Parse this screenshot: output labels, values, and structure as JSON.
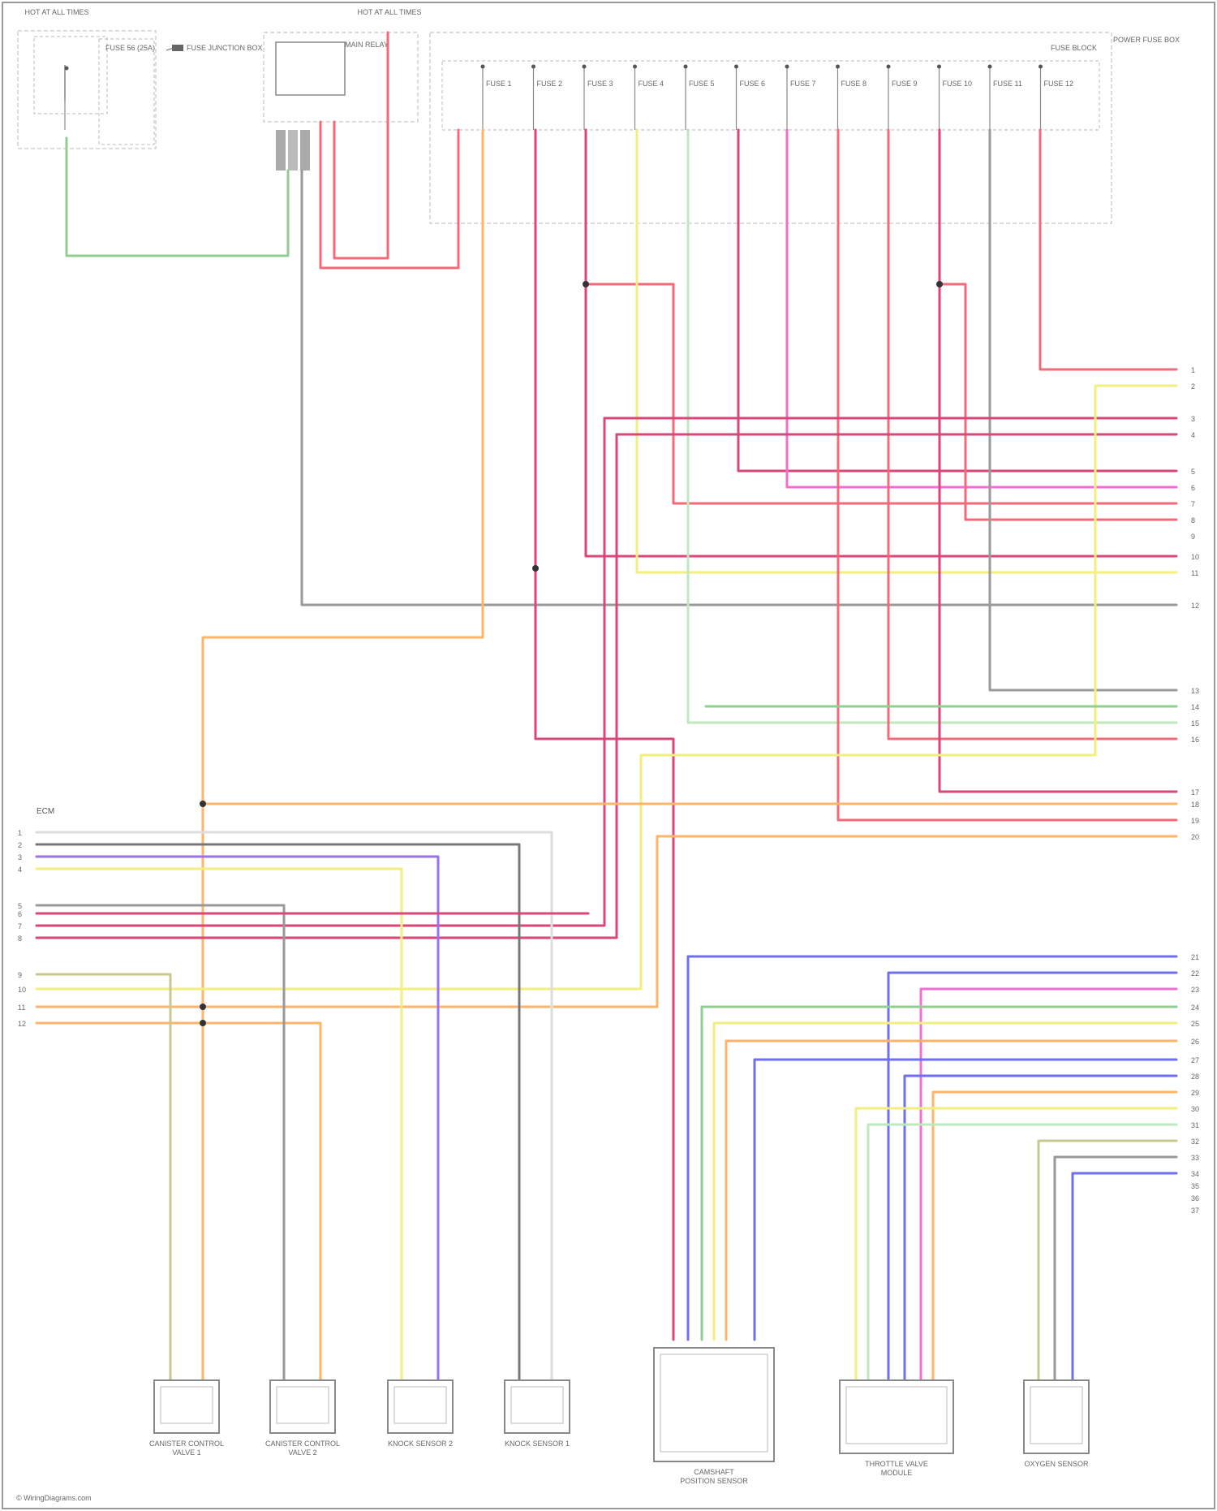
{
  "diagram": {
    "title": "",
    "frame_color": "#aaaaaa",
    "wire_colors": {
      "red": "#f46a7a",
      "magenta": "#d9467a",
      "pink": "#f26fd0",
      "orange": "#ffb46a",
      "yellow": "#f2ee80",
      "green": "#8fcf8f",
      "lightgreen": "#bfe8bf",
      "gray": "#9a9a9a",
      "darkgray": "#777777",
      "blue": "#6f6ff2",
      "purple": "#9a6ff2",
      "lightblue": "#b0b0f6",
      "olive": "#c8c890",
      "tan": "#d8b070"
    },
    "top_labels": {
      "hot_left": "HOT AT ALL TIMES",
      "hot_right": "HOT AT ALL TIMES",
      "fuse_left": "FUSE 56 (25A)",
      "fuse_junction": "FUSE JUNCTION BOX",
      "power_relay": "MAIN RELAY",
      "fuse_block": "FUSE BLOCK",
      "fuse_block_right": "POWER FUSE BOX"
    },
    "fuse_labels": [
      "FUSE 1",
      "FUSE 2",
      "FUSE 3",
      "FUSE 4",
      "FUSE 5",
      "FUSE 6",
      "FUSE 7",
      "FUSE 8",
      "FUSE 9",
      "FUSE 10",
      "FUSE 11",
      "FUSE 12"
    ],
    "right_pins": [
      "1",
      "2",
      "3",
      "4",
      "5",
      "6",
      "7",
      "8",
      "9",
      "10",
      "11",
      "12",
      "13",
      "14",
      "15",
      "16",
      "17",
      "18",
      "19",
      "20",
      "21",
      "22",
      "23",
      "24",
      "25",
      "26",
      "27",
      "28",
      "29",
      "30",
      "31",
      "32",
      "33",
      "34",
      "35",
      "36",
      "37"
    ],
    "left_pins": [
      "1",
      "2",
      "3",
      "4",
      "5",
      "6",
      "7",
      "8",
      "9",
      "10",
      "11",
      "12"
    ],
    "left_header": "ECM",
    "components": [
      {
        "name": "CANISTER CONTROL VALVE 1"
      },
      {
        "name": "CANISTER CONTROL VALVE 2"
      },
      {
        "name": "KNOCK SENSOR 2"
      },
      {
        "name": "KNOCK SENSOR 1"
      },
      {
        "name": "CAMSHAFT POSITION SENSOR"
      },
      {
        "name": "THROTTLE VALVE MODULE"
      },
      {
        "name": "OXYGEN SENSOR"
      }
    ],
    "footer": "© WiringDiagrams.com"
  }
}
